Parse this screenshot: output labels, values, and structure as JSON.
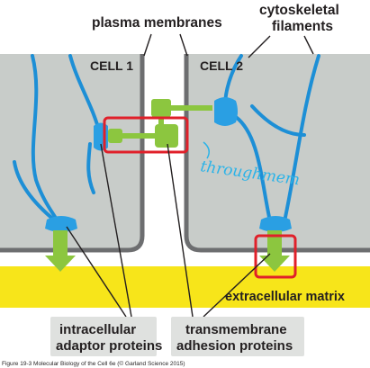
{
  "labels": {
    "plasma_membranes": "plasma membranes",
    "cytoskeletal_line1": "cytoskeletal",
    "cytoskeletal_line2": "filaments",
    "cell1": "CELL 1",
    "cell2": "CELL 2",
    "extracellular_matrix": "extracellular matrix",
    "intracellular_line1": "intracellular",
    "intracellular_line2": "adaptor proteins",
    "transmembrane_line1": "transmembrane",
    "transmembrane_line2": "adhesion proteins"
  },
  "annotation": {
    "handwritten": "throughmem"
  },
  "caption": "Figure 19-3 Molecular Biology of the Cell 6e (© Garland Science 2015)",
  "colors": {
    "cell_fill": "#c8ccc9",
    "membrane": "#6d6e70",
    "filament": "#1d8fd6",
    "adaptor": "#2a9fe3",
    "adhesion_protein": "#8cc63f",
    "matrix": "#f7e51a",
    "highlight_box": "#e0202a",
    "label_box": "#dfe1df",
    "handwriting": "#2bb3e8"
  }
}
